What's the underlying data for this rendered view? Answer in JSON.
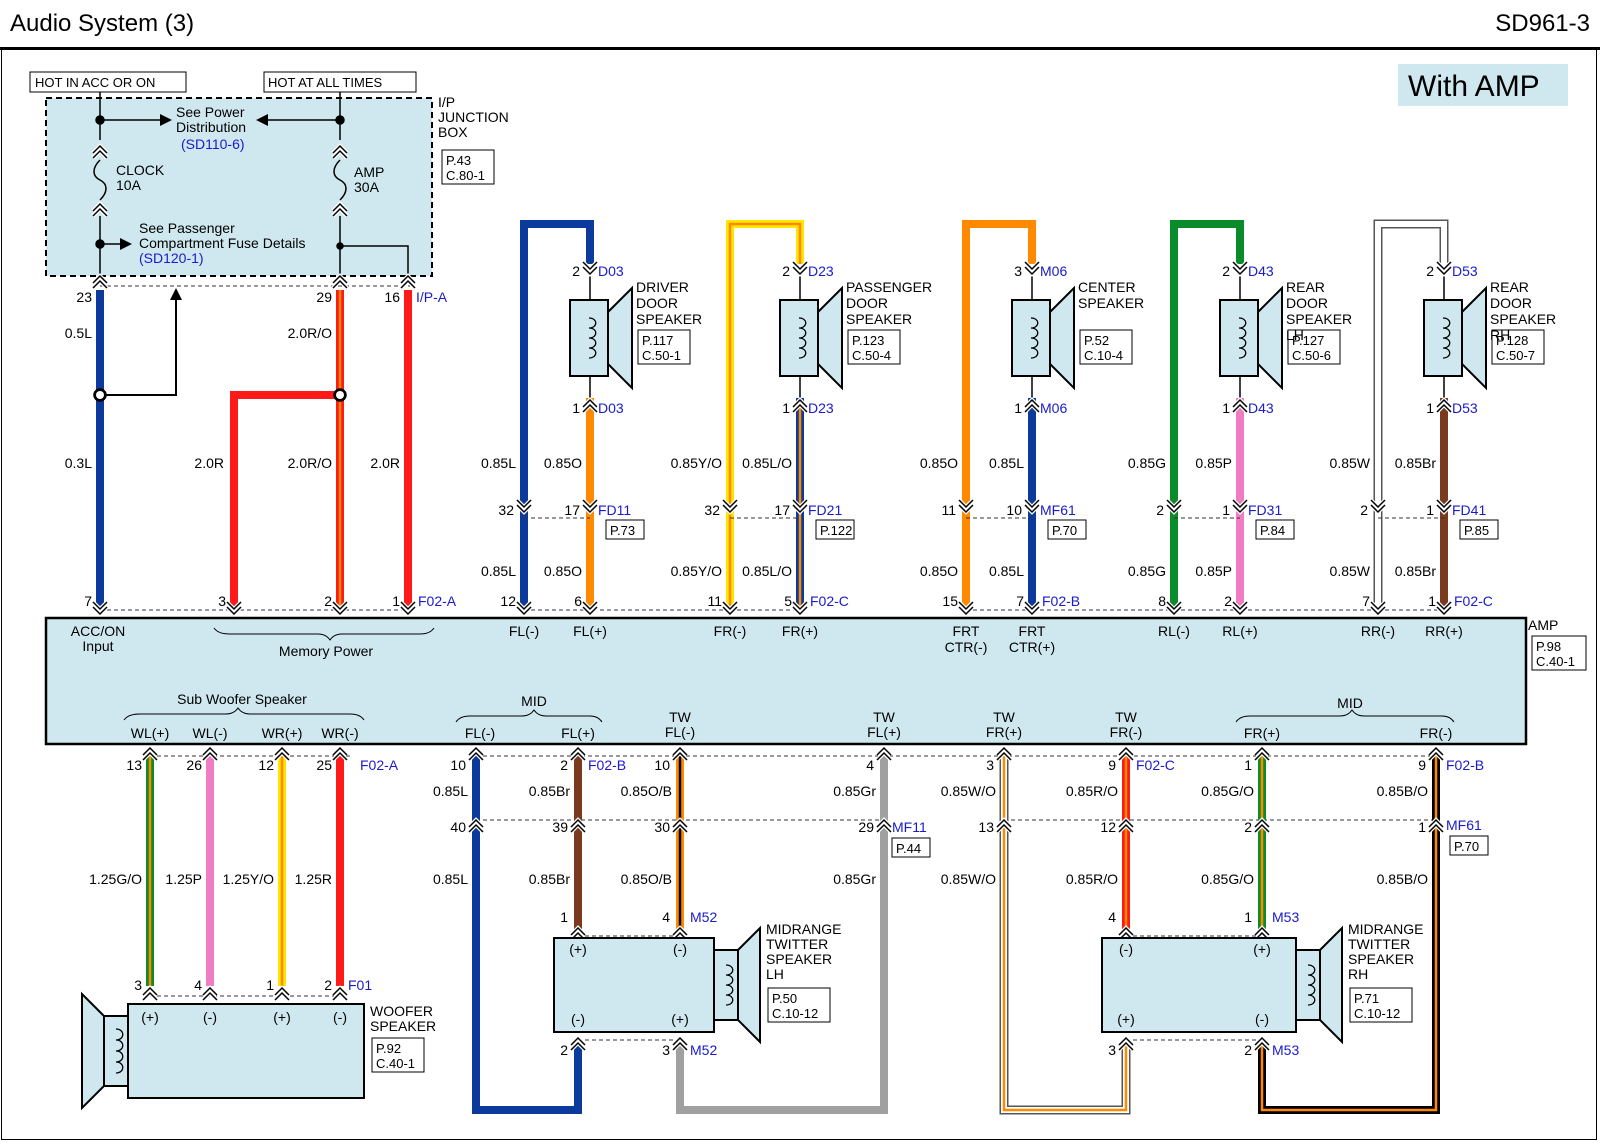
{
  "title": "Audio System (3)",
  "code": "SD961-3",
  "badge": "With AMP",
  "colors": {
    "panel": "#cfe8ef",
    "ref": "#1a1acc",
    "L": "#0b3a9c",
    "R": "#ff1a1a",
    "O": "#ff8a00",
    "Y": "#ffe600",
    "G": "#0a8c2a",
    "P": "#f07cc4",
    "W": "#ffffff",
    "Br": "#7a3a1e",
    "Gr": "#a0a0a0",
    "B": "#000000"
  },
  "top": {
    "hot_acc": "HOT IN ACC OR ON",
    "hot_all": "HOT AT ALL TIMES",
    "junction": [
      "I/P",
      "JUNCTION",
      "BOX"
    ],
    "junction_ref": [
      "P.43",
      "C.80-1"
    ],
    "power_dist": [
      "See Power",
      "Distribution"
    ],
    "power_dist_ref": "(SD110-6)",
    "clock_fuse": [
      "CLOCK",
      "10A"
    ],
    "amp_fuse": [
      "AMP",
      "30A"
    ],
    "pass_fuse": [
      "See Passenger",
      "Compartment Fuse Details"
    ],
    "pass_fuse_ref": "(SD120-1)",
    "pins": [
      "23",
      "29",
      "16"
    ],
    "conn": "I/P-A"
  },
  "power_wires": {
    "w1a": "0.5L",
    "w1b": "0.3L",
    "w2": "2.0R",
    "w3a": "2.0R/O",
    "w3b": "2.0R/O",
    "w4": "2.0R",
    "pins": [
      "7",
      "3",
      "2",
      "1"
    ],
    "conn": "F02-A"
  },
  "speakers": [
    {
      "name": [
        "DRIVER",
        "DOOR",
        "SPEAKER"
      ],
      "ref": [
        "P.117",
        "C.50-1"
      ],
      "conn": "D03",
      "pin_top": "2",
      "pin_bot": "1",
      "wire_a": "0.85L",
      "wire_b": "0.85O",
      "mid_conn": "FD11",
      "mid_ref": "P.73",
      "mid_pins": [
        "32",
        "17"
      ],
      "amp_pins": [
        "12",
        "6"
      ],
      "amp_labels": [
        "FL(-)",
        "FL(+)"
      ]
    },
    {
      "name": [
        "PASSENGER",
        "DOOR",
        "SPEAKER"
      ],
      "ref": [
        "P.123",
        "C.50-4"
      ],
      "conn": "D23",
      "pin_top": "2",
      "pin_bot": "1",
      "wire_a": "0.85Y/O",
      "wire_b": "0.85L/O",
      "mid_conn": "FD21",
      "mid_ref": "P.122",
      "mid_pins": [
        "32",
        "17"
      ],
      "amp_pins": [
        "11",
        "5"
      ],
      "amp_labels": [
        "FR(-)",
        "FR(+)"
      ],
      "amp_conn": "F02-C"
    },
    {
      "name": [
        "CENTER",
        "SPEAKER"
      ],
      "ref": [
        "P.52",
        "C.10-4"
      ],
      "conn": "M06",
      "pin_top": "3",
      "pin_bot": "1",
      "wire_a": "0.85O",
      "wire_b": "0.85L",
      "mid_conn": "MF61",
      "mid_ref": "P.70",
      "mid_pins": [
        "11",
        "10"
      ],
      "amp_pins": [
        "15",
        "7"
      ],
      "amp_labels": [
        "FRT\nCTR(-)",
        "FRT\nCTR(+)"
      ],
      "amp_conn": "F02-B"
    },
    {
      "name": [
        "REAR",
        "DOOR",
        "SPEAKER",
        "LH"
      ],
      "ref": [
        "P.127",
        "C.50-6"
      ],
      "conn": "D43",
      "pin_top": "2",
      "pin_bot": "1",
      "wire_a": "0.85G",
      "wire_b": "0.85P",
      "mid_conn": "FD31",
      "mid_ref": "P.84",
      "mid_pins": [
        "2",
        "1"
      ],
      "amp_pins": [
        "8",
        "2"
      ],
      "amp_labels": [
        "RL(-)",
        "RL(+)"
      ]
    },
    {
      "name": [
        "REAR",
        "DOOR",
        "SPEAKER",
        "RH"
      ],
      "ref": [
        "P.128",
        "C.50-7"
      ],
      "conn": "D53",
      "pin_top": "2",
      "pin_bot": "1",
      "wire_a": "0.85W",
      "wire_b": "0.85Br",
      "mid_conn": "FD41",
      "mid_ref": "P.85",
      "mid_pins": [
        "2",
        "1"
      ],
      "amp_pins": [
        "7",
        "1"
      ],
      "amp_labels": [
        "RR(-)",
        "RR(+)"
      ],
      "amp_conn": "F02-C"
    }
  ],
  "amp": {
    "name": "AMP",
    "ref": [
      "P.98",
      "C.40-1"
    ],
    "acc_label": [
      "ACC/ON",
      "Input"
    ],
    "memory": "Memory Power",
    "sub_woofer": "Sub Woofer Speaker",
    "mid": "MID",
    "bottom_labels": {
      "wl_p": "WL(+)",
      "wl_m": "WL(-)",
      "wr_p": "WR(+)",
      "wr_m": "WR(-)",
      "fl_m": "FL(-)",
      "fl_p": "FL(+)",
      "tw_fl_m": [
        "TW",
        "FL(-)"
      ],
      "tw_fl_p": [
        "TW",
        "FL(+)"
      ],
      "tw_fr_p": [
        "TW",
        "FR(+)"
      ],
      "tw_fr_m": [
        "TW",
        "FR(-)"
      ],
      "fr_p": "FR(+)",
      "fr_m": "FR(-)"
    }
  },
  "woofer": {
    "pins_top": [
      "13",
      "26",
      "12",
      "25"
    ],
    "conn": "F02-A",
    "wires": [
      "1.25G/O",
      "1.25P",
      "1.25Y/O",
      "1.25R"
    ],
    "spk_pins": [
      "3",
      "4",
      "1",
      "2"
    ],
    "spk_conn": "F01",
    "polarity": [
      "(+)",
      "(-)",
      "(+)",
      "(-)"
    ],
    "name": [
      "WOOFER",
      "SPEAKER"
    ],
    "ref": [
      "P.92",
      "C.40-1"
    ]
  },
  "bottom": {
    "amp_pins": [
      "10",
      "2",
      "10",
      "4",
      "3",
      "9",
      "1",
      "9"
    ],
    "amp_conn_b": "F02-B",
    "amp_conn_c": "F02-C",
    "wires_a": [
      "0.85L",
      "0.85Br",
      "0.85O/B",
      "0.85Gr",
      "0.85W/O",
      "0.85R/O",
      "0.85G/O",
      "0.85B/O"
    ],
    "mf11_pins": [
      "40",
      "39",
      "30",
      "29"
    ],
    "mf11": "MF11",
    "mf11_ref": "P.44",
    "mf61_pins": [
      "13",
      "12",
      "2",
      "1"
    ],
    "mf61": "MF61",
    "mf61_ref": "P.70",
    "wires_b": [
      "0.85L",
      "0.85Br",
      "0.85O/B",
      "0.85Gr",
      "0.85W/O",
      "0.85R/O",
      "0.85G/O",
      "0.85B/O"
    ],
    "mid_lh": {
      "conn": "M52",
      "pins_top": [
        "1",
        "4"
      ],
      "pins_bot": [
        "2",
        "3"
      ],
      "pol_top": [
        "(+)",
        "(-)"
      ],
      "pol_bot": [
        "(-)",
        "(+)"
      ],
      "name": [
        "MIDRANGE",
        "TWITTER",
        "SPEAKER",
        "LH"
      ],
      "ref": [
        "P.50",
        "C.10-12"
      ]
    },
    "mid_rh": {
      "conn": "M53",
      "pins_top": [
        "4",
        "1"
      ],
      "pins_bot": [
        "3",
        "2"
      ],
      "pol_top": [
        "(-)",
        "(+)"
      ],
      "pol_bot": [
        "(+)",
        "(-)"
      ],
      "name": [
        "MIDRANGE",
        "TWITTER",
        "SPEAKER",
        "RH"
      ],
      "ref": [
        "P.71",
        "C.10-12"
      ]
    }
  }
}
